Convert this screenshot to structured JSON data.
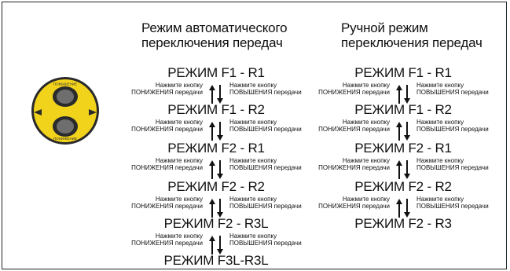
{
  "knob": {
    "up_label": "ПОВЫШЕНИЕ",
    "down_label": "ПОНИЖЕНИЕ",
    "colors": {
      "ring": "#f2d31c",
      "body": "#2a2a2a",
      "button": "#6e6e6e"
    }
  },
  "auto": {
    "title_line1": "Режим автоматического",
    "title_line2": "переключения передач",
    "modes": [
      "РЕЖИМ F1 - R1",
      "РЕЖИМ F1 - R2",
      "РЕЖИМ F2 - R1",
      "РЕЖИМ F2 - R2",
      "РЕЖИМ F2 - R3L",
      "РЕЖИМ F3L-R3L"
    ]
  },
  "manual": {
    "title_line1": "Ручной режим",
    "title_line2": "переключения передач",
    "modes": [
      "РЕЖИМ F1 - R1",
      "РЕЖИМ F1 - R2",
      "РЕЖИМ F2 - R1",
      "РЕЖИМ F2 - R2",
      "РЕЖИМ F2 - R3"
    ]
  },
  "transition": {
    "down_line1": "Нажмите кнопку",
    "down_line2": "ПОНИЖЕНИЯ передачи",
    "up_line1": "Нажмите кнопку",
    "up_line2": "ПОВЫШЕНИЯ передачи"
  }
}
